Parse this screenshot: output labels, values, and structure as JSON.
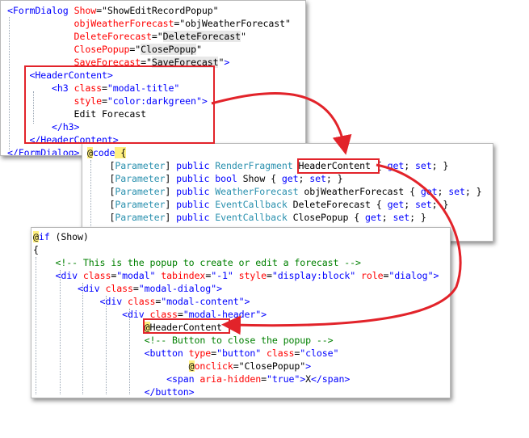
{
  "snippet1": {
    "lines": [
      [
        {
          "t": "<",
          "c": "tag"
        },
        {
          "t": "FormDialog",
          "c": "tag"
        },
        {
          "t": " Show",
          "c": "attr"
        },
        {
          "t": "=",
          "c": "pl"
        },
        {
          "t": "\"ShowEditRecordPopup\"",
          "c": "pl"
        }
      ],
      [
        {
          "t": "            objWeatherForecast",
          "c": "attr"
        },
        {
          "t": "=",
          "c": "pl"
        },
        {
          "t": "\"objWeatherForecast\"",
          "c": "pl"
        }
      ],
      [
        {
          "t": "            DeleteForecast",
          "c": "attr"
        },
        {
          "t": "=",
          "c": "pl"
        },
        {
          "t": "\"",
          "c": "pl"
        },
        {
          "t": "DeleteForecast",
          "c": "grey"
        },
        {
          "t": "\"",
          "c": "pl"
        }
      ],
      [
        {
          "t": "            ClosePopup",
          "c": "attr"
        },
        {
          "t": "=",
          "c": "pl"
        },
        {
          "t": "\"",
          "c": "pl"
        },
        {
          "t": "ClosePopup",
          "c": "grey"
        },
        {
          "t": "\"",
          "c": "pl"
        }
      ],
      [
        {
          "t": "            SaveForecast",
          "c": "attr"
        },
        {
          "t": "=",
          "c": "pl"
        },
        {
          "t": "\"",
          "c": "pl"
        },
        {
          "t": "SaveForecast",
          "c": "grey"
        },
        {
          "t": "\"",
          "c": "pl"
        },
        {
          "t": ">",
          "c": "tag"
        }
      ],
      [
        {
          "t": "    <HeaderContent>",
          "c": "tag"
        }
      ],
      [
        {
          "t": "        <h3",
          "c": "tag"
        },
        {
          "t": " class",
          "c": "attr"
        },
        {
          "t": "=",
          "c": "pl"
        },
        {
          "t": "\"modal-title\"",
          "c": "str"
        }
      ],
      [
        {
          "t": "            style",
          "c": "attr"
        },
        {
          "t": "=",
          "c": "pl"
        },
        {
          "t": "\"color:darkgreen\"",
          "c": "str"
        },
        {
          "t": ">",
          "c": "tag"
        }
      ],
      [
        {
          "t": "            Edit Forecast",
          "c": "pl"
        }
      ],
      [
        {
          "t": "        </h3>",
          "c": "tag"
        }
      ],
      [
        {
          "t": "    </HeaderContent>",
          "c": "tag"
        }
      ],
      [
        {
          "t": "</FormDialog>",
          "c": "tag"
        }
      ]
    ]
  },
  "snippet2": {
    "lines": [
      [
        {
          "t": "@",
          "c": "razor"
        },
        {
          "t": "code",
          "c": "kw"
        },
        {
          "t": " {",
          "c": "razor"
        }
      ],
      [
        {
          "t": "    [",
          "c": "pl"
        },
        {
          "t": "Parameter",
          "c": "typ"
        },
        {
          "t": "] ",
          "c": "pl"
        },
        {
          "t": "public",
          "c": "kw"
        },
        {
          "t": " ",
          "c": "pl"
        },
        {
          "t": "RenderFragment",
          "c": "typ"
        },
        {
          "t": " ",
          "c": "pl"
        },
        {
          "t": "HeaderContent",
          "c": "pl"
        },
        {
          "t": " { ",
          "c": "pl"
        },
        {
          "t": "get",
          "c": "kw"
        },
        {
          "t": "; ",
          "c": "pl"
        },
        {
          "t": "set",
          "c": "kw"
        },
        {
          "t": "; }",
          "c": "pl"
        }
      ],
      [
        {
          "t": "    [",
          "c": "pl"
        },
        {
          "t": "Parameter",
          "c": "typ"
        },
        {
          "t": "] ",
          "c": "pl"
        },
        {
          "t": "public",
          "c": "kw"
        },
        {
          "t": " ",
          "c": "pl"
        },
        {
          "t": "bool",
          "c": "kw"
        },
        {
          "t": " Show { ",
          "c": "pl"
        },
        {
          "t": "get",
          "c": "kw"
        },
        {
          "t": "; ",
          "c": "pl"
        },
        {
          "t": "set",
          "c": "kw"
        },
        {
          "t": "; }",
          "c": "pl"
        }
      ],
      [
        {
          "t": "    [",
          "c": "pl"
        },
        {
          "t": "Parameter",
          "c": "typ"
        },
        {
          "t": "] ",
          "c": "pl"
        },
        {
          "t": "public",
          "c": "kw"
        },
        {
          "t": " ",
          "c": "pl"
        },
        {
          "t": "WeatherForecast",
          "c": "typ"
        },
        {
          "t": " objWeatherForecast { ",
          "c": "pl"
        },
        {
          "t": "get",
          "c": "kw"
        },
        {
          "t": "; ",
          "c": "pl"
        },
        {
          "t": "set",
          "c": "kw"
        },
        {
          "t": "; }",
          "c": "pl"
        }
      ],
      [
        {
          "t": "    [",
          "c": "pl"
        },
        {
          "t": "Parameter",
          "c": "typ"
        },
        {
          "t": "] ",
          "c": "pl"
        },
        {
          "t": "public",
          "c": "kw"
        },
        {
          "t": " ",
          "c": "pl"
        },
        {
          "t": "EventCallback",
          "c": "typ"
        },
        {
          "t": " DeleteForecast { ",
          "c": "pl"
        },
        {
          "t": "get",
          "c": "kw"
        },
        {
          "t": "; ",
          "c": "pl"
        },
        {
          "t": "set",
          "c": "kw"
        },
        {
          "t": "; }",
          "c": "pl"
        }
      ],
      [
        {
          "t": "    [",
          "c": "pl"
        },
        {
          "t": "Parameter",
          "c": "typ"
        },
        {
          "t": "] ",
          "c": "pl"
        },
        {
          "t": "public",
          "c": "kw"
        },
        {
          "t": " ",
          "c": "pl"
        },
        {
          "t": "EventCallback",
          "c": "typ"
        },
        {
          "t": " ClosePopup { ",
          "c": "pl"
        },
        {
          "t": "get",
          "c": "kw"
        },
        {
          "t": "; ",
          "c": "pl"
        },
        {
          "t": "set",
          "c": "kw"
        },
        {
          "t": "; }",
          "c": "pl"
        }
      ]
    ]
  },
  "snippet3": {
    "lines": [
      [
        {
          "t": "@",
          "c": "razor"
        },
        {
          "t": "if",
          "c": "kw"
        },
        {
          "t": " (Show)",
          "c": "pl"
        }
      ],
      [
        {
          "t": "{",
          "c": "pl"
        }
      ],
      [
        {
          "t": "    <!-- This is the popup to create or edit a forecast -->",
          "c": "cmt"
        }
      ],
      [
        {
          "t": "    <div",
          "c": "tag"
        },
        {
          "t": " class",
          "c": "attr"
        },
        {
          "t": "=",
          "c": "pl"
        },
        {
          "t": "\"modal\"",
          "c": "str"
        },
        {
          "t": " tabindex",
          "c": "attr"
        },
        {
          "t": "=",
          "c": "pl"
        },
        {
          "t": "\"-1\"",
          "c": "str"
        },
        {
          "t": " style",
          "c": "attr"
        },
        {
          "t": "=",
          "c": "pl"
        },
        {
          "t": "\"display:block\"",
          "c": "str"
        },
        {
          "t": " role",
          "c": "attr"
        },
        {
          "t": "=",
          "c": "pl"
        },
        {
          "t": "\"dialog\"",
          "c": "str"
        },
        {
          "t": ">",
          "c": "tag"
        }
      ],
      [
        {
          "t": "        <div",
          "c": "tag"
        },
        {
          "t": " class",
          "c": "attr"
        },
        {
          "t": "=",
          "c": "pl"
        },
        {
          "t": "\"modal-dialog\"",
          "c": "str"
        },
        {
          "t": ">",
          "c": "tag"
        }
      ],
      [
        {
          "t": "            <div",
          "c": "tag"
        },
        {
          "t": " class",
          "c": "attr"
        },
        {
          "t": "=",
          "c": "pl"
        },
        {
          "t": "\"modal-content\"",
          "c": "str"
        },
        {
          "t": ">",
          "c": "tag"
        }
      ],
      [
        {
          "t": "                <div",
          "c": "tag"
        },
        {
          "t": " class",
          "c": "attr"
        },
        {
          "t": "=",
          "c": "pl"
        },
        {
          "t": "\"modal-header\"",
          "c": "str"
        },
        {
          "t": ">",
          "c": "tag"
        }
      ],
      [
        {
          "t": "                    ",
          "c": "pl"
        },
        {
          "t": "@",
          "c": "razor"
        },
        {
          "t": "HeaderContent",
          "c": "pl"
        }
      ],
      [
        {
          "t": "                    <!-- Button to close the popup -->",
          "c": "cmt"
        }
      ],
      [
        {
          "t": "                    <button",
          "c": "tag"
        },
        {
          "t": " type",
          "c": "attr"
        },
        {
          "t": "=",
          "c": "pl"
        },
        {
          "t": "\"button\"",
          "c": "str"
        },
        {
          "t": " class",
          "c": "attr"
        },
        {
          "t": "=",
          "c": "pl"
        },
        {
          "t": "\"close\"",
          "c": "str"
        }
      ],
      [
        {
          "t": "                            ",
          "c": "pl"
        },
        {
          "t": "@",
          "c": "razor"
        },
        {
          "t": "onclick",
          "c": "attr"
        },
        {
          "t": "=",
          "c": "pl"
        },
        {
          "t": "\"ClosePopup\"",
          "c": "pl"
        },
        {
          "t": ">",
          "c": "tag"
        }
      ],
      [
        {
          "t": "                        <span",
          "c": "tag"
        },
        {
          "t": " aria-hidden",
          "c": "attr"
        },
        {
          "t": "=",
          "c": "pl"
        },
        {
          "t": "\"true\"",
          "c": "str"
        },
        {
          "t": ">",
          "c": "tag"
        },
        {
          "t": "X",
          "c": "pl"
        },
        {
          "t": "</span>",
          "c": "tag"
        }
      ],
      [
        {
          "t": "                    </button>",
          "c": "tag"
        }
      ]
    ]
  },
  "colors": {
    "highlight_box": "#e2232a",
    "arrow": "#e2232a",
    "tag": "#0000ff",
    "attribute": "#ff0000",
    "type": "#2b91af",
    "comment": "#008000",
    "razor_bg": "#fff080"
  }
}
